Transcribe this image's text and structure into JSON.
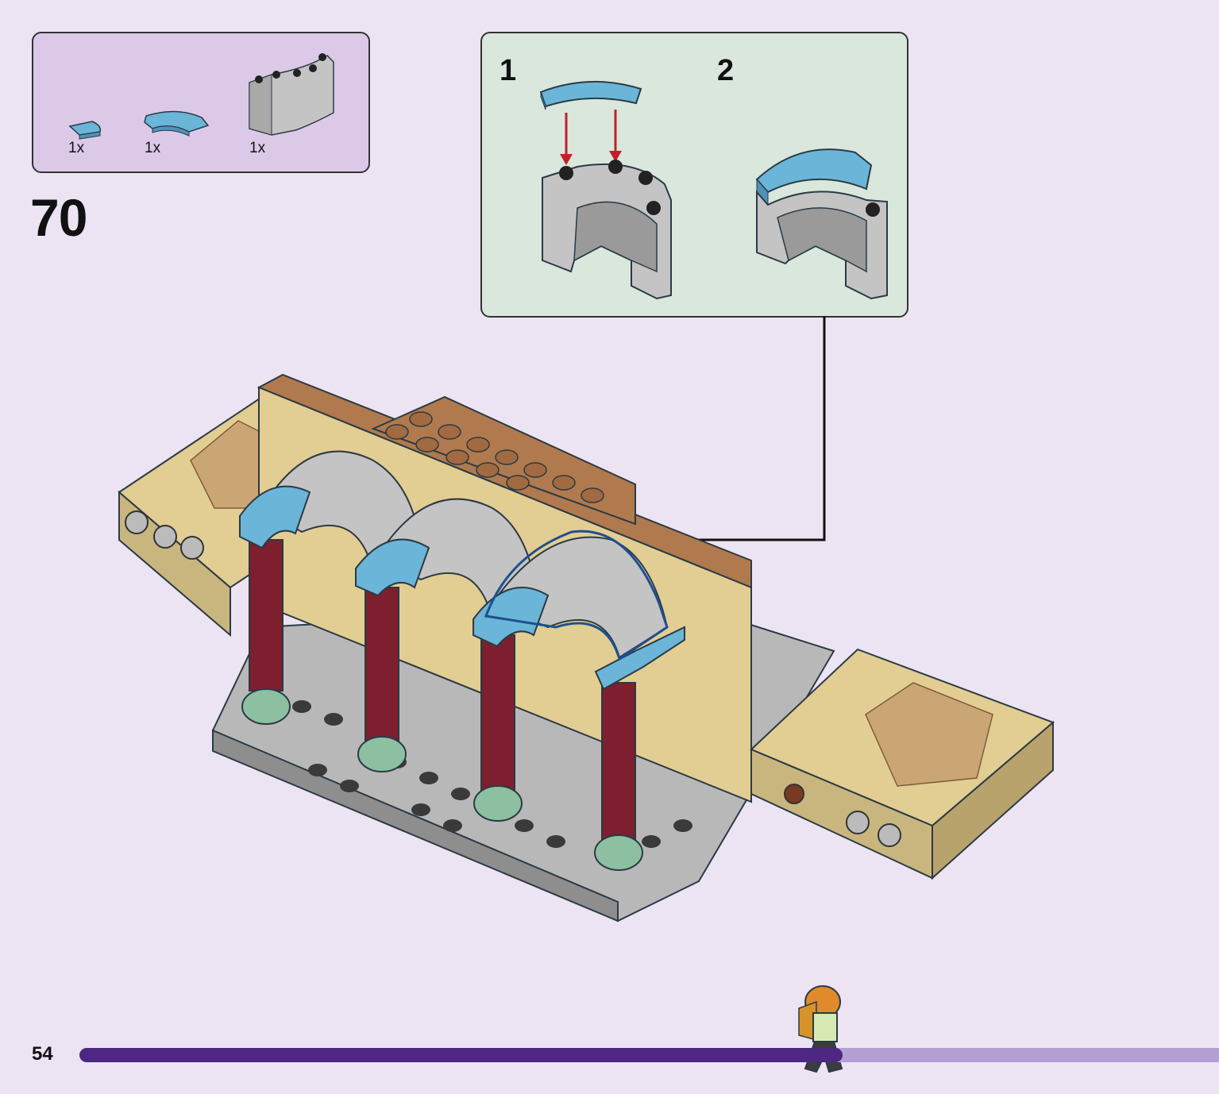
{
  "parts_list": {
    "items": [
      {
        "icon": "blue-curved-tile-small-icon",
        "count": "1x",
        "color": "#6ab5d8"
      },
      {
        "icon": "blue-curved-tile-large-icon",
        "count": "1x",
        "color": "#6ab5d8"
      },
      {
        "icon": "grey-curved-wall-brick-icon",
        "count": "1x",
        "color": "#c4c4c4"
      }
    ]
  },
  "step": {
    "number": "70"
  },
  "substeps": [
    {
      "label": "1"
    },
    {
      "label": "2"
    }
  ],
  "footer": {
    "page_number": "54",
    "progress": 0.67
  },
  "colors": {
    "background": "#ece4f3",
    "parts_box": "#dcc9e8",
    "substep_box": "#d9e7dc",
    "progress_fill": "#4e2782",
    "progress_track": "#b3a0d2",
    "tan": "#e2cd93",
    "dark_red": "#7d1f2e",
    "light_blue": "#6ab5d8",
    "grey": "#c4c4c4",
    "dark_grey": "#7a7a7a"
  }
}
